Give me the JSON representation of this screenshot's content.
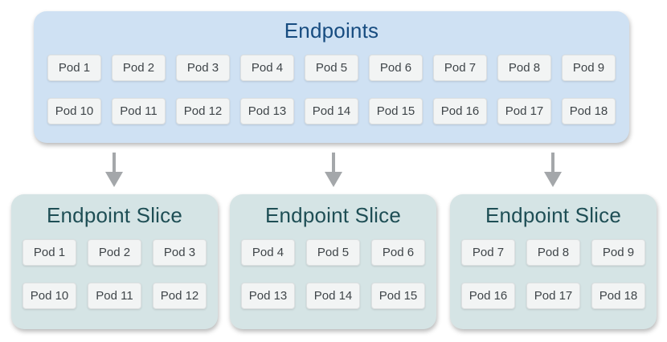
{
  "diagram": {
    "endpoints": {
      "title": "Endpoints",
      "pod_rows": [
        [
          "Pod 1",
          "Pod 2",
          "Pod 3",
          "Pod 4",
          "Pod 5",
          "Pod 6",
          "Pod 7",
          "Pod 8",
          "Pod 9"
        ],
        [
          "Pod 10",
          "Pod 11",
          "Pod 12",
          "Pod 13",
          "Pod 14",
          "Pod 15",
          "Pod 16",
          "Pod 17",
          "Pod 18"
        ]
      ]
    },
    "arrows": [
      {
        "icon": "down-arrow-icon"
      },
      {
        "icon": "down-arrow-icon"
      },
      {
        "icon": "down-arrow-icon"
      }
    ],
    "slices": [
      {
        "title": "Endpoint Slice",
        "pod_rows": [
          [
            "Pod 1",
            "Pod 2",
            "Pod 3"
          ],
          [
            "Pod 10",
            "Pod 11",
            "Pod 12"
          ]
        ]
      },
      {
        "title": "Endpoint Slice",
        "pod_rows": [
          [
            "Pod 4",
            "Pod 5",
            "Pod 6"
          ],
          [
            "Pod 13",
            "Pod 14",
            "Pod 15"
          ]
        ]
      },
      {
        "title": "Endpoint Slice",
        "pod_rows": [
          [
            "Pod 7",
            "Pod 8",
            "Pod 9"
          ],
          [
            "Pod 16",
            "Pod 17",
            "Pod 18"
          ]
        ]
      }
    ]
  },
  "colors": {
    "canvas_bg": "#ffffff",
    "endpoints_box_bg": "#cfe1f3",
    "endpoints_title_text": "#174c80",
    "slice_box_bg": "#d5e4e5",
    "slice_title_text": "#1e4e55",
    "pod_bg": "#f2f4f4",
    "pod_border": "#dcdfe0",
    "pod_text": "#3f4549",
    "arrow": "#a4a7aa"
  }
}
